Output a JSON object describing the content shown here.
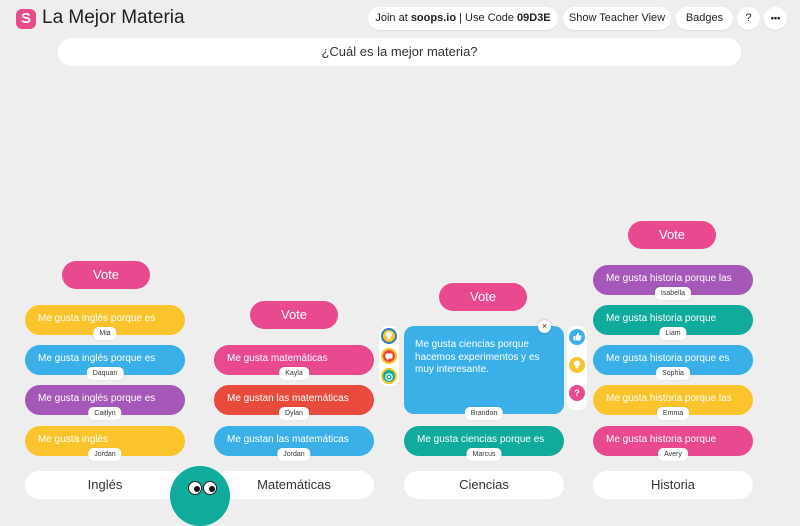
{
  "header": {
    "logo_letter": "S",
    "title": "La Mejor Materia",
    "join_prefix": "Join at ",
    "join_site": "soops.io",
    "join_mid": " | Use Code ",
    "join_code": "09D3E",
    "teacher_view": "Show Teacher View",
    "badges": "Badges",
    "help": "?",
    "more": "•••"
  },
  "question": "¿Cuál es la mejor materia?",
  "vote_label": "Vote",
  "columns": [
    {
      "label": "Inglés",
      "cards": [
        {
          "text": "Me gusta inglés porque es",
          "name": "Mia",
          "color": "yellow"
        },
        {
          "text": "Me gusta inglés porque es",
          "name": "Daquan",
          "color": "blue"
        },
        {
          "text": "Me gusta inglés porque es",
          "name": "Caitlyn",
          "color": "purple"
        },
        {
          "text": "Me gusta inglés",
          "name": "Jordan",
          "color": "yellow"
        }
      ]
    },
    {
      "label": "Matemáticas",
      "cards": [
        {
          "text": "Me gusta matemáticas",
          "name": "Kayla",
          "color": "pink"
        },
        {
          "text": "Me gustan las matemáticas",
          "name": "Dylan",
          "color": "red"
        },
        {
          "text": "Me gustan las matemáticas",
          "name": "Jordan",
          "color": "blue"
        }
      ]
    },
    {
      "label": "Ciencias",
      "cards": [
        {
          "text": "Me gusta ciencias porque hacemos experimentos y es muy interesante.",
          "name": "Brandon",
          "color": "blue"
        },
        {
          "text": "Me gusta ciencias porque es",
          "name": "Marcus",
          "color": "teal"
        }
      ]
    },
    {
      "label": "Historia",
      "cards": [
        {
          "text": "Me gusta historia porque las",
          "name": "Isabella",
          "color": "purple"
        },
        {
          "text": "Me gusta historia porque",
          "name": "Liam",
          "color": "teal"
        },
        {
          "text": "Me gusta historia porque es",
          "name": "Sophia",
          "color": "blue"
        },
        {
          "text": "Me gusta historia porque las",
          "name": "Emma",
          "color": "yellow"
        },
        {
          "text": "Me gusta historia porque",
          "name": "Avery",
          "color": "pink"
        }
      ]
    }
  ],
  "icons": {
    "close": "×",
    "side_left": [
      "lightbulb-icon",
      "chat-icon",
      "target-icon"
    ],
    "side_right": [
      "thumbs-up-icon",
      "lightbulb-icon",
      "question-icon"
    ]
  },
  "colors": {
    "pink": "#e8498f",
    "yellow": "#fcc42c",
    "blue": "#3aafe8",
    "purple": "#a658b8",
    "red": "#e84a3c",
    "teal": "#10ab9c"
  }
}
